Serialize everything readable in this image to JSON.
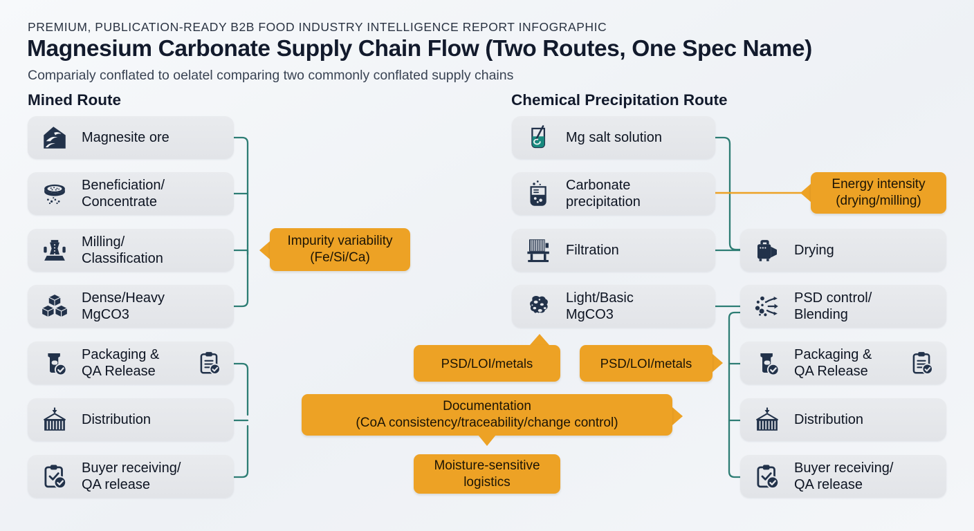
{
  "header": {
    "eyebrow": "PREMIUM, PUBLICATION-READY B2B FOOD INDUSTRY INTELLIGENCE REPORT INFOGRAPHIC",
    "title": "Magnesium Carbonate Supply Chain Flow (Two Routes, One Spec Name)",
    "subtitle": "Comparialy conflated to oelatel comparing two commonly conflated supply chains"
  },
  "colors": {
    "accent_orange": "#eda225",
    "connector_teal": "#2d7d74",
    "icon_navy": "#22324a",
    "card_gray": "#e4e6ea",
    "title_navy": "#121a2c",
    "background": "#f2f5f8"
  },
  "columns": {
    "left": {
      "heading": "Mined Route"
    },
    "right": {
      "heading": "Chemical Precipitation Route"
    }
  },
  "mined_route": [
    {
      "label": "Magnesite ore",
      "icon": "mountain-mine-icon"
    },
    {
      "label": "Beneficiation/\nConcentrate",
      "icon": "sieve-screen-icon"
    },
    {
      "label": "Milling/\nClassification",
      "icon": "mill-machine-icon"
    },
    {
      "label": "Dense/Heavy\nMgCO3",
      "icon": "stacked-cubes-icon"
    },
    {
      "label": "Packaging &\nQA Release",
      "icon": "sack-check-icon",
      "icon2": "clipboard-check-icon"
    },
    {
      "label": "Distribution",
      "icon": "shipping-container-icon"
    },
    {
      "label": "Buyer receiving/\nQA release",
      "icon": "clipboard-check-icon"
    }
  ],
  "precipitation_route": [
    {
      "label": "Mg salt solution",
      "icon": "beaker-stir-icon"
    },
    {
      "label": "Carbonate\nprecipitation",
      "icon": "bubbling-beaker-icon"
    },
    {
      "label": "Filtration",
      "icon": "filter-press-icon"
    },
    {
      "label": "Light/Basic\nMgCO3",
      "icon": "powder-cluster-icon"
    }
  ],
  "precipitation_route_downstream": [
    {
      "label": "Drying",
      "icon": "dryer-machine-icon"
    },
    {
      "label": "PSD control/\nBlending",
      "icon": "particle-sort-icon"
    },
    {
      "label": "Packaging &\nQA Release",
      "icon": "sack-check-icon",
      "icon2": "clipboard-check-icon"
    },
    {
      "label": "Distribution",
      "icon": "shipping-container-icon"
    },
    {
      "label": "Buyer receiving/\nQA release",
      "icon": "clipboard-check-icon"
    }
  ],
  "callouts": [
    {
      "id": "impurity",
      "text": "Impurity variability\n(Fe/Si/Ca)",
      "tip": "left"
    },
    {
      "id": "energy",
      "text": "Energy intensity\n(drying/milling)",
      "tip": "left"
    },
    {
      "id": "psd-left",
      "text": "PSD/LOI/metals",
      "tip": "up"
    },
    {
      "id": "psd-right",
      "text": "PSD/LOI/metals",
      "tip": "right"
    },
    {
      "id": "documentation",
      "text": "Documentation\n(CoA consistency/traceability/change control)",
      "tip": "right"
    },
    {
      "id": "moisture",
      "text": "Moisture-sensitive\nlogistics",
      "tip": "down"
    }
  ]
}
